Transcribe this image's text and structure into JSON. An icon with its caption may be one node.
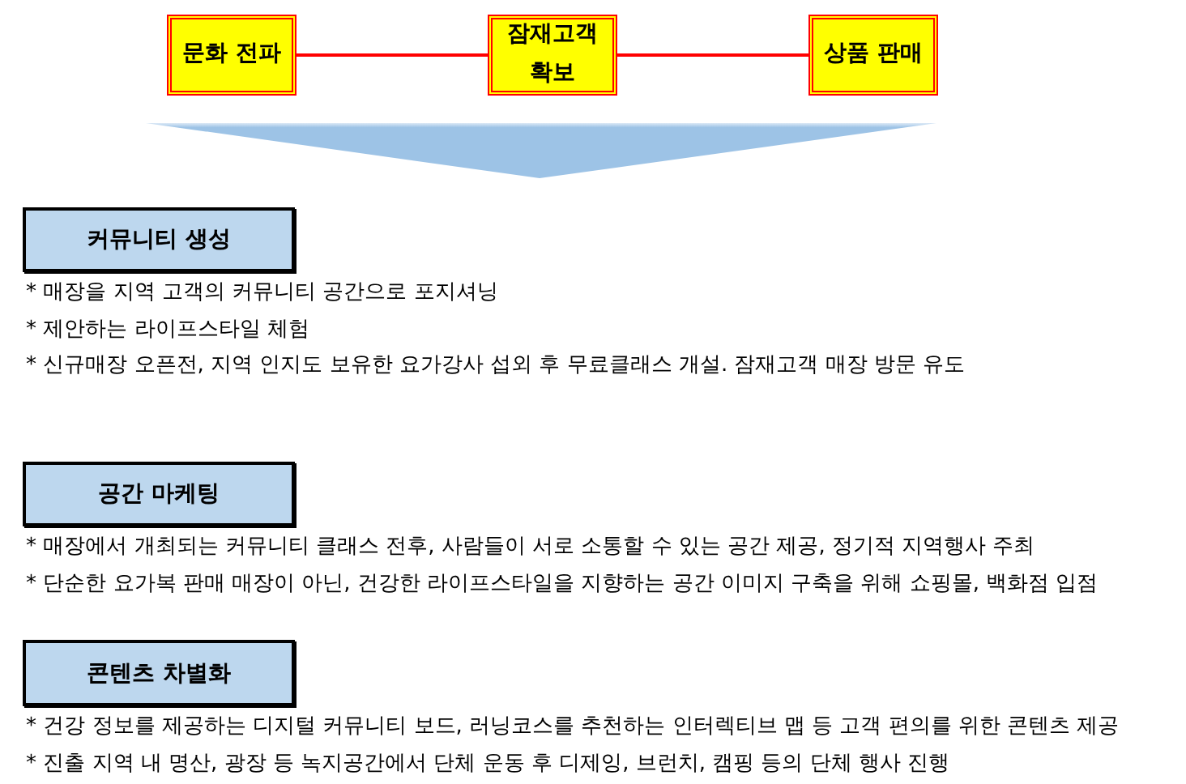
{
  "diagram": {
    "nodes": [
      {
        "text": [
          "문화 전파"
        ]
      },
      {
        "text": [
          "잠재고객 확보"
        ]
      },
      {
        "text": [
          "상품 판매"
        ]
      },
      {
        "text": [
          "커뮤니티 생성"
        ],
        "beside": [
          "* 매장을 지역 고객의 커뮤니티 공간으로 포지셔닝",
          "* 제안하는 라이프스타일 체험",
          "* 신규매장 오픈전, 지역 인지도 보유한 요가강사 섭외 후 무료클래스 개설. 잠재고객 매장 방문 유도"
        ]
      },
      {
        "text": [
          "공간 마케팅"
        ],
        "beside": [
          "* 매장에서 개최되는 커뮤니티 클래스 전후, 사람들이 서로 소통할 수 있는 공간 제공, 정기적 지역행사 주최",
          "* 단순한 요가복 판매 매장이 아닌, 건강한 라이프스타일을 지향하는 공간 이미지 구축을 위해 쇼핑몰, 백화점 입점"
        ]
      },
      {
        "text": [
          "콘텐츠 차별화"
        ],
        "beside": [
          "* 건강 정보를 제공하는 디지털 커뮤니티 보드, 러닝코스를 추천하는 인터렉티브 맵 등 고객 편의를 위한 콘텐츠 제공",
          "* 진출 지역 내 명산, 광장 등 녹지공간에서 단체 운동 후 디제잉, 브런치, 캠핑 등의 단체 행사 진행"
        ]
      }
    ],
    "edges": [
      {
        "from": 0,
        "to": 1,
        "arrow": "none"
      },
      {
        "from": 1,
        "to": 2,
        "arrow": "none"
      }
    ]
  }
}
